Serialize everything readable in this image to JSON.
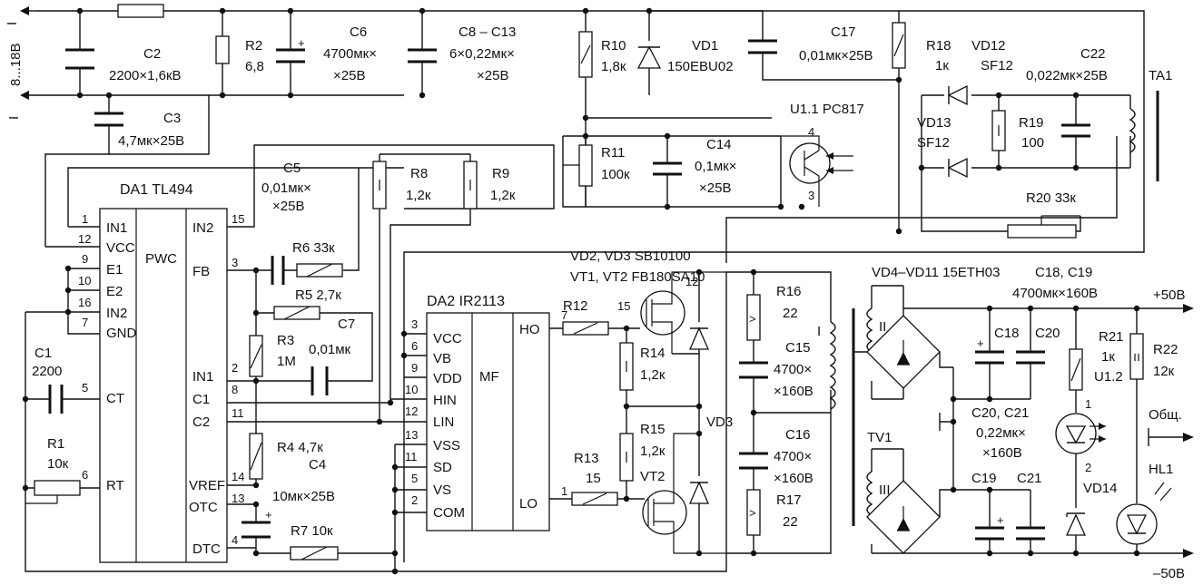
{
  "input": {
    "voltage": "8...18В",
    "minus": "I",
    "plus": "I"
  },
  "caps": {
    "c1": {
      "ref": "C1",
      "value": "2200"
    },
    "c2": {
      "ref": "C2",
      "value": "2200×1,6кВ"
    },
    "c3": {
      "ref": "C3",
      "value": "4,7мк×25В"
    },
    "c4": {
      "ref": "C4",
      "value": "10мк×25В"
    },
    "c5": {
      "ref": "C5",
      "value1": "0,01мк×",
      "value2": "×25В"
    },
    "c6": {
      "ref": "C6",
      "value1": "4700мк×",
      "value2": "×25В"
    },
    "c7": {
      "ref": "C7",
      "value": "0,01мк"
    },
    "c813": {
      "ref": "C8 – C13",
      "value1": "6×0,22мк×",
      "value2": "×25В"
    },
    "c14": {
      "ref": "C14",
      "value1": "0,1мк×",
      "value2": "×25В"
    },
    "c15": {
      "ref": "C15",
      "value1": "4700×",
      "value2": "×160В"
    },
    "c16": {
      "ref": "C16",
      "value1": "4700×",
      "value2": "×160В"
    },
    "c17": {
      "ref": "C17",
      "value": "0,01мк×25В"
    },
    "c18": {
      "ref": "C18"
    },
    "c19": {
      "ref": "C19"
    },
    "c20": {
      "ref": "C20"
    },
    "c21": {
      "ref": "C21"
    },
    "c22": {
      "ref": "C22",
      "value": "0,022мк×25В"
    },
    "c1819": {
      "ref": "C18, C19",
      "value": "4700мк×160В"
    },
    "c2021": {
      "ref": "C20, C21",
      "value1": "0,22мк×",
      "value2": "×160В"
    }
  },
  "resistors": {
    "r1": {
      "ref": "R1",
      "value": "10к"
    },
    "r2": {
      "ref": "R2",
      "value": "6,8"
    },
    "r3": {
      "ref": "R3",
      "value": "1М"
    },
    "r4": {
      "ref": "R4",
      "value": "4,7к"
    },
    "r5": {
      "ref": "R5",
      "value": "2,7к"
    },
    "r6": {
      "ref": "R6",
      "value": "33к"
    },
    "r7": {
      "ref": "R7",
      "value": "10к"
    },
    "r8": {
      "ref": "R8",
      "value": "1,2к"
    },
    "r9": {
      "ref": "R9",
      "value": "1,2к"
    },
    "r10": {
      "ref": "R10",
      "value": "1,8к"
    },
    "r11": {
      "ref": "R11",
      "value": "100к"
    },
    "r12": {
      "ref": "R12"
    },
    "r13": {
      "ref": "R13",
      "value": "15"
    },
    "r14": {
      "ref": "R14",
      "value": "1,2к"
    },
    "r15": {
      "ref": "R15",
      "value": "1,2к"
    },
    "r16": {
      "ref": "R16",
      "value": "22"
    },
    "r17": {
      "ref": "R17",
      "value": "22"
    },
    "r18": {
      "ref": "R18",
      "value": "1к"
    },
    "r19": {
      "ref": "R19",
      "value": "100"
    },
    "r20": {
      "ref": "R20",
      "value": "33к"
    },
    "r21": {
      "ref": "R21",
      "value": "1к"
    },
    "r22": {
      "ref": "R22",
      "value": "12к"
    }
  },
  "semis": {
    "vd1": {
      "ref": "VD1",
      "value": "150EBU02"
    },
    "vd12": {
      "ref": "VD12",
      "value": "SF12"
    },
    "vd13": {
      "ref": "VD13",
      "value": "SF12"
    },
    "vd23": "VD2, VD3 SB10100",
    "vt12": "VT1, VT2 FB180SA10",
    "vd3": "VD3",
    "vt2": "VT2",
    "vd411": "VD4–VD11 15ETH03",
    "vd14": "VD14",
    "hl1": "HL1",
    "u11": "U1.1 PC817",
    "u12": "U1.2"
  },
  "da1": {
    "title": "DA1 TL494",
    "core": "PWC",
    "left_pins": [
      {
        "num": "1",
        "name": "IN1"
      },
      {
        "num": "12",
        "name": "VCC"
      },
      {
        "num": "9",
        "name": "E1"
      },
      {
        "num": "10",
        "name": "E2"
      },
      {
        "num": "16",
        "name": "IN2"
      },
      {
        "num": "7",
        "name": "GND"
      },
      {
        "num": "5",
        "name": "CT"
      },
      {
        "num": "6",
        "name": "RT"
      }
    ],
    "right_pins": [
      {
        "num": "15",
        "name": "IN2"
      },
      {
        "num": "3",
        "name": "FB"
      },
      {
        "num": "2",
        "name": "IN1"
      },
      {
        "num": "8",
        "name": "C1"
      },
      {
        "num": "11",
        "name": "C2"
      },
      {
        "num": "14",
        "name": "VREF"
      },
      {
        "num": "13",
        "name": "OTC"
      },
      {
        "num": "4",
        "name": "DTC"
      }
    ]
  },
  "da2": {
    "title": "DA2 IR2113",
    "core": "MF",
    "left_pins": [
      {
        "num": "3",
        "name": "VCC"
      },
      {
        "num": "6",
        "name": "VB"
      },
      {
        "num": "9",
        "name": "VDD"
      },
      {
        "num": "10",
        "name": "HIN"
      },
      {
        "num": "12",
        "name": "LIN"
      },
      {
        "num": "13",
        "name": "VSS"
      },
      {
        "num": "11",
        "name": "SD"
      },
      {
        "num": "5",
        "name": "VS"
      },
      {
        "num": "2",
        "name": "COM"
      }
    ],
    "right_pins": [
      {
        "num": "7",
        "name": "HO"
      },
      {
        "num": "1",
        "name": "LO"
      }
    ]
  },
  "transformers": {
    "ta1": "TA1",
    "tv1": "TV1",
    "w1": "I",
    "w2": "II",
    "w3": "III"
  },
  "pin_labels": {
    "vt1_gate": "15",
    "vt1_source": "12",
    "u11_p4": "4",
    "u11_p3": "3",
    "u12_p1": "1",
    "u12_p2": "2"
  },
  "outputs": {
    "plus": "+50В",
    "minus": "–50В",
    "common": "Общ."
  }
}
